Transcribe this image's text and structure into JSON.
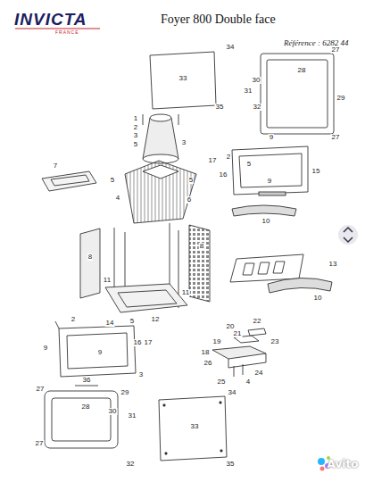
{
  "diagram": {
    "title": "Foyer 800 Double face",
    "labels": [
      "INVICTA",
      "FRANCE",
      "Référence : 6282 44",
      "34",
      "33",
      "35",
      "27",
      "28",
      "30",
      "29",
      "31",
      "32",
      "27",
      "1",
      "2",
      "3",
      "5",
      "3",
      "9",
      "17",
      "2",
      "5",
      "16",
      "15",
      "9",
      "7",
      "5",
      "5",
      "4",
      "6",
      "10",
      "8",
      "8",
      "13",
      "11",
      "11",
      "10",
      "12",
      "2",
      "14",
      "5",
      "20",
      "22",
      "9",
      "16",
      "17",
      "19",
      "21",
      "23",
      "9",
      "18",
      "26",
      "24",
      "3",
      "36",
      "25",
      "4",
      "27",
      "29",
      "34",
      "28",
      "30",
      "31",
      "33",
      "27",
      "32",
      "35",
      "Avito"
    ]
  }
}
